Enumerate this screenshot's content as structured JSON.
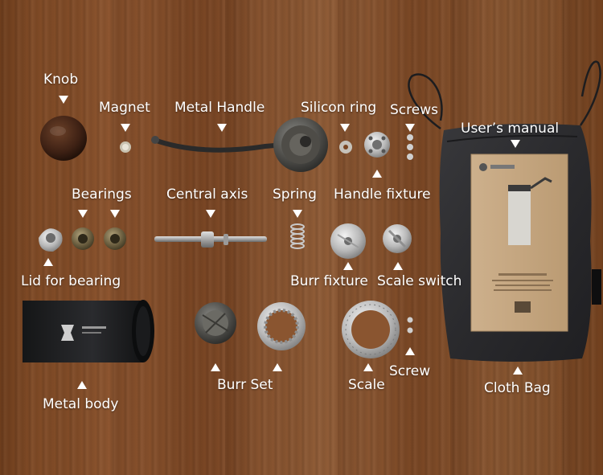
{
  "labels": {
    "knob": "Knob",
    "magnet": "Magnet",
    "metal_handle": "Metal Handle",
    "silicon_ring": "Silicon ring",
    "screws": "Screws",
    "users_manual": "User’s  manual",
    "bearings": "Bearings",
    "central_axis": "Central axis",
    "spring": "Spring",
    "handle_fixture": "Handle fixture",
    "lid_for_bearing": "Lid for bearing",
    "burr_fixture": "Burr fixture",
    "scale_switch": "Scale switch",
    "burr_set": "Burr  Set",
    "scale": "Scale",
    "screw": "Screw",
    "metal_body": "Metal body",
    "cloth_bag": "Cloth Bag"
  },
  "colors": {
    "label_text": "#ffffff",
    "wood": "#8a5530",
    "cloth_bag": "#2b2b2d",
    "manual_box": "#c7a882",
    "metal_body": "#1e1f21"
  }
}
